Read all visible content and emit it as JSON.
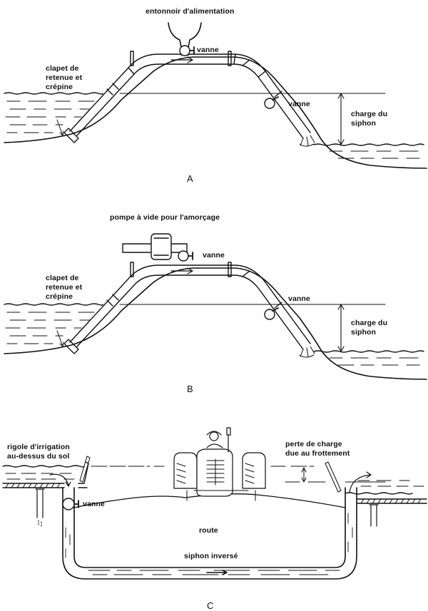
{
  "panels": {
    "A": {
      "caption": "A",
      "funnel_label": "entonnoir d'alimentation",
      "valve_top_label": "vanne",
      "check_valve_label": "clapet de\nretenue et\ncrépine",
      "valve_outlet_label": "vanne",
      "head_label": "charge du\nsiphon"
    },
    "B": {
      "caption": "B",
      "pump_label": "pompe à vide pour l'amorçage",
      "valve_top_label": "vanne",
      "check_valve_label": "clapet de\nretenue et\ncrépine",
      "valve_outlet_label": "vanne",
      "head_label": "charge du\nsiphon"
    },
    "C": {
      "caption": "C",
      "channel_label": "rigole d'irrigation\nau-dessus du sol",
      "valve_label": "vanne",
      "friction_loss_label": "perte de charge\ndue au frottement",
      "road_label": "route",
      "inverted_siphon_label": "siphon inversé"
    }
  }
}
